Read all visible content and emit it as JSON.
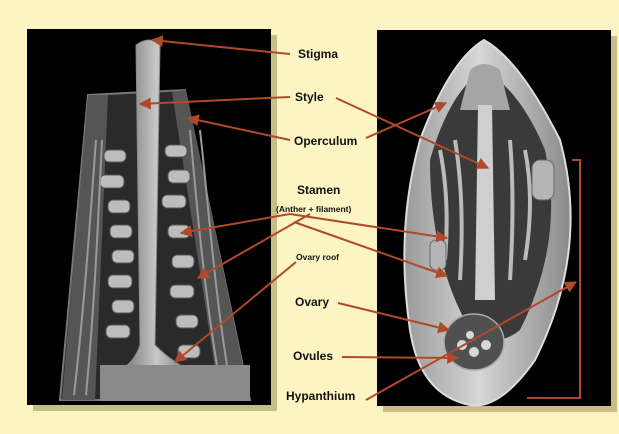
{
  "labels": {
    "stigma": "Stigma",
    "style": "Style",
    "operculum": "Operculum",
    "stamen": "Stamen",
    "stamen_detail": "(Anther + filament)",
    "ovary_roof": "Ovary roof",
    "ovary": "Ovary",
    "ovules": "Ovules",
    "hypanthium": "Hypanthium"
  },
  "colors": {
    "background": "#fdf4c4",
    "pointer": "#b0492a",
    "photo_bg": "#000000",
    "shadow": "#c9bd86"
  }
}
